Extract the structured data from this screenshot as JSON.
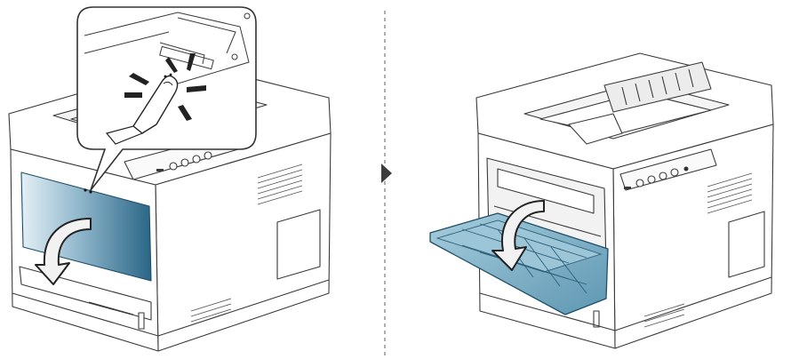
{
  "figure": {
    "panels": [
      {
        "id": "step-1",
        "device": "printer",
        "action": "press-front-cover-release",
        "callout": "finger-press-button"
      },
      {
        "id": "step-2",
        "device": "printer",
        "action": "open-multipurpose-tray"
      }
    ],
    "separator": "dashed-line",
    "step_indicator": "triangle-arrow",
    "colors": {
      "outline": "#3a3a3a",
      "body": "#ffffff",
      "panel_light": "#dbe9f0",
      "panel_dark": "#2f6d8c",
      "tray": "#7fb2c8",
      "tray_dark": "#4f8aa6",
      "arrow_fill": "#f2f2f2",
      "arrow_stroke": "#222222",
      "separator": "#777777",
      "indicator": "#3c3c3c"
    },
    "icons": [
      "hand-pointer-icon",
      "curved-arrow-icon",
      "play-triangle-icon"
    ]
  }
}
